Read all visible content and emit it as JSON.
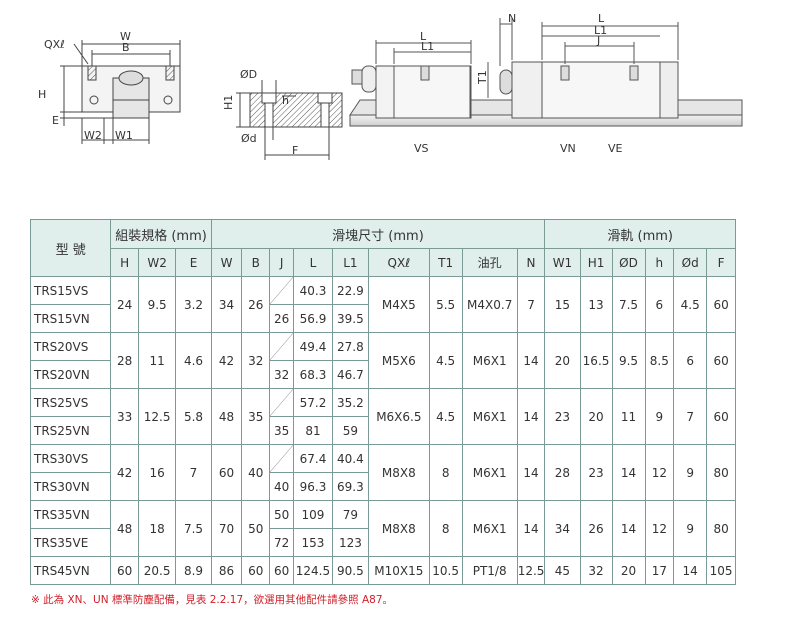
{
  "diagram_labels": {
    "left": {
      "W": "W",
      "B": "B",
      "QXl": "QXℓ",
      "H": "H",
      "E": "E",
      "W2": "W2",
      "W1": "W1"
    },
    "middle": {
      "OD": "ØD",
      "H1": "H1",
      "h": "h",
      "Od": "Ød",
      "F": "F"
    },
    "right": {
      "N": "N",
      "L_vs": "L",
      "L1_vs": "L1",
      "T1": "T1",
      "L_vn": "L",
      "L1_vn": "L1",
      "J": "J",
      "VS": "VS",
      "VN": "VN",
      "VE": "VE"
    }
  },
  "table": {
    "group_headers": {
      "model": "型 號",
      "assembly": "組裝規格 (mm)",
      "block": "滑塊尺寸 (mm)",
      "rail": "滑軌 (mm)"
    },
    "columns": [
      "H",
      "W2",
      "E",
      "W",
      "B",
      "J",
      "L",
      "L1",
      "QXℓ",
      "T1",
      "油孔",
      "N",
      "W1",
      "H1",
      "ØD",
      "h",
      "Ød",
      "F"
    ],
    "rows": [
      {
        "models": [
          "TRS15VS",
          "TRS15VN"
        ],
        "H": "24",
        "W2": "9.5",
        "E": "3.2",
        "W": "34",
        "B": "26",
        "J": [
          "",
          "26"
        ],
        "L": [
          "40.3",
          "56.9"
        ],
        "L1": [
          "22.9",
          "39.5"
        ],
        "QX": "M4X5",
        "T1": "5.5",
        "oil": "M4X0.7",
        "N": "7",
        "W1": "15",
        "H1": "13",
        "OD": "7.5",
        "h": "6",
        "Od": "4.5",
        "F": "60"
      },
      {
        "models": [
          "TRS20VS",
          "TRS20VN"
        ],
        "H": "28",
        "W2": "11",
        "E": "4.6",
        "W": "42",
        "B": "32",
        "J": [
          "",
          "32"
        ],
        "L": [
          "49.4",
          "68.3"
        ],
        "L1": [
          "27.8",
          "46.7"
        ],
        "QX": "M5X6",
        "T1": "4.5",
        "oil": "M6X1",
        "N": "14",
        "W1": "20",
        "H1": "16.5",
        "OD": "9.5",
        "h": "8.5",
        "Od": "6",
        "F": "60"
      },
      {
        "models": [
          "TRS25VS",
          "TRS25VN"
        ],
        "H": "33",
        "W2": "12.5",
        "E": "5.8",
        "W": "48",
        "B": "35",
        "J": [
          "",
          "35"
        ],
        "L": [
          "57.2",
          "81"
        ],
        "L1": [
          "35.2",
          "59"
        ],
        "QX": "M6X6.5",
        "T1": "4.5",
        "oil": "M6X1",
        "N": "14",
        "W1": "23",
        "H1": "20",
        "OD": "11",
        "h": "9",
        "Od": "7",
        "F": "60"
      },
      {
        "models": [
          "TRS30VS",
          "TRS30VN"
        ],
        "H": "42",
        "W2": "16",
        "E": "7",
        "W": "60",
        "B": "40",
        "J": [
          "",
          "40"
        ],
        "L": [
          "67.4",
          "96.3"
        ],
        "L1": [
          "40.4",
          "69.3"
        ],
        "QX": "M8X8",
        "T1": "8",
        "oil": "M6X1",
        "N": "14",
        "W1": "28",
        "H1": "23",
        "OD": "14",
        "h": "12",
        "Od": "9",
        "F": "80"
      },
      {
        "models": [
          "TRS35VN",
          "TRS35VE"
        ],
        "H": "48",
        "W2": "18",
        "E": "7.5",
        "W": "70",
        "B": "50",
        "J": [
          "50",
          "72"
        ],
        "L": [
          "109",
          "153"
        ],
        "L1": [
          "79",
          "123"
        ],
        "QX": "M8X8",
        "T1": "8",
        "oil": "M6X1",
        "N": "14",
        "W1": "34",
        "H1": "26",
        "OD": "14",
        "h": "12",
        "Od": "9",
        "F": "80"
      }
    ],
    "last_row": {
      "model": "TRS45VN",
      "H": "60",
      "W2": "20.5",
      "E": "8.9",
      "W": "86",
      "B": "60",
      "J": "60",
      "L": "124.5",
      "L1": "90.5",
      "QX": "M10X15",
      "T1": "10.5",
      "oil": "PT1/8",
      "N": "12.5",
      "W1": "45",
      "H1": "32",
      "OD": "20",
      "h": "17",
      "Od": "14",
      "F": "105"
    }
  },
  "footnote": "※ 此為 XN、UN 標準防塵配備，見表 2.2.17，欲選用其他配件請參照 A87。",
  "colors": {
    "header_bg": "#e0efec",
    "border": "#7a9a95",
    "note": "#d0202a"
  }
}
